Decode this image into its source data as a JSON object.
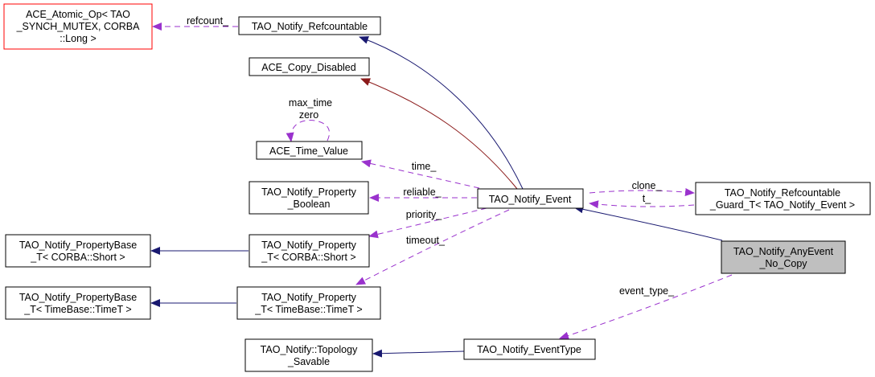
{
  "diagram": {
    "type": "collaboration-graph",
    "colors": {
      "inheritance": "#191970",
      "private_inheritance": "#8b1a1a",
      "usage": "#9a32cd",
      "highlight_node_fill": "#bfbfbf",
      "missing_node_border": "#ff0000"
    },
    "nodes": {
      "ace_atomic_op": {
        "lines": [
          "ACE_Atomic_Op< TAO",
          "_SYNCH_MUTEX, CORBA",
          "::Long >"
        ]
      },
      "refcountable": {
        "lines": [
          "TAO_Notify_Refcountable"
        ]
      },
      "copy_disabled": {
        "lines": [
          "ACE_Copy_Disabled"
        ]
      },
      "time_value": {
        "lines": [
          "ACE_Time_Value"
        ]
      },
      "property_boolean": {
        "lines": [
          "TAO_Notify_Property",
          "_Boolean"
        ]
      },
      "propertybase_short": {
        "lines": [
          "TAO_Notify_PropertyBase",
          "_T< CORBA::Short >"
        ]
      },
      "property_short": {
        "lines": [
          "TAO_Notify_Property",
          "_T< CORBA::Short >"
        ]
      },
      "propertybase_time": {
        "lines": [
          "TAO_Notify_PropertyBase",
          "_T< TimeBase::TimeT >"
        ]
      },
      "property_time": {
        "lines": [
          "TAO_Notify_Property",
          "_T< TimeBase::TimeT >"
        ]
      },
      "topology_savable": {
        "lines": [
          "TAO_Notify::Topology",
          "_Savable"
        ]
      },
      "event": {
        "lines": [
          "TAO_Notify_Event"
        ]
      },
      "refcountable_guard": {
        "lines": [
          "TAO_Notify_Refcountable",
          "_Guard_T< TAO_Notify_Event >"
        ]
      },
      "any_event_no_copy": {
        "lines": [
          "TAO_Notify_AnyEvent",
          "_No_Copy"
        ]
      },
      "event_type": {
        "lines": [
          "TAO_Notify_EventType"
        ]
      }
    },
    "edge_labels": {
      "refcount": "refcount_",
      "time_value_self": [
        "max_time",
        "zero"
      ],
      "time": "time_",
      "reliable": "reliable_",
      "priority": "priority_",
      "timeout": "timeout_",
      "clone": "clone_",
      "t": "t_",
      "event_type": "event_type_"
    }
  }
}
